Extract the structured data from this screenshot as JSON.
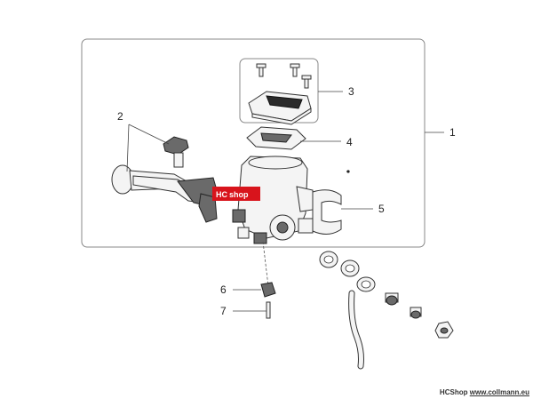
{
  "callouts": {
    "c1": "1",
    "c2": "2",
    "c3": "3",
    "c4": "4",
    "c5": "5",
    "c6": "6",
    "c7": "7"
  },
  "watermark": {
    "text_hc": "HC",
    "text_shop": "shop",
    "color": "#d8141c"
  },
  "footer": {
    "brand": "HCShop",
    "url": "www.collmann.eu"
  }
}
